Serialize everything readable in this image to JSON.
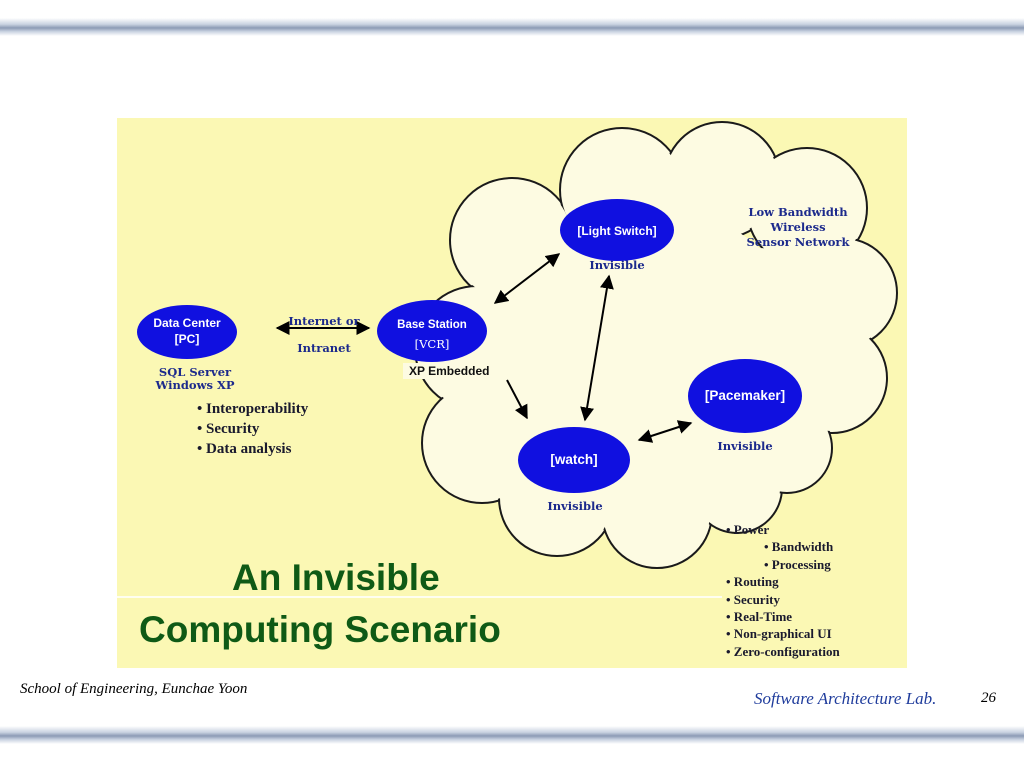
{
  "diagram": {
    "nodes": {
      "data_center": {
        "line1": "Data Center",
        "line2": "[PC]"
      },
      "base_station": {
        "line1": "Base Station",
        "line2": "[VCR]"
      },
      "light_switch": {
        "label": "[Light Switch]",
        "caption": "Invisible"
      },
      "pacemaker": {
        "label": "[Pacemaker]",
        "caption": "Invisible"
      },
      "watch": {
        "label": "[watch]",
        "caption": "Invisible"
      }
    },
    "link_label": {
      "line1": "Internet or",
      "line2": "Intranet"
    },
    "xp_embedded": "XP Embedded",
    "data_center_software": {
      "line1": "SQL Server",
      "line2": "Windows XP"
    },
    "data_center_bullets": [
      "• Interoperability",
      "• Security",
      "• Data analysis"
    ],
    "network_label": {
      "line1": "Low Bandwidth",
      "line2": "Wireless",
      "line3": "Sensor Network"
    },
    "requirements": [
      {
        "text": "• Power",
        "indent": false
      },
      {
        "text": "• Bandwidth",
        "indent": true
      },
      {
        "text": "• Processing",
        "indent": true
      },
      {
        "text": "• Routing",
        "indent": false
      },
      {
        "text": "• Security",
        "indent": false
      },
      {
        "text": "• Real-Time",
        "indent": false
      },
      {
        "text": "• Non-graphical UI",
        "indent": false
      },
      {
        "text": "• Zero-configuration",
        "indent": false
      }
    ],
    "title": {
      "line1": "An Invisible",
      "line2": "Computing Scenario"
    }
  },
  "footer": {
    "author": "School of Engineering, Eunchae Yoon",
    "lab": "Software Architecture Lab.",
    "page_number": "26"
  },
  "colors": {
    "background": "#fbf8b4",
    "cloud": "#fdfbe2",
    "node_fill": "#1010e0",
    "title_green": "#0f5a16",
    "label_blue": "#1c2a8c"
  }
}
